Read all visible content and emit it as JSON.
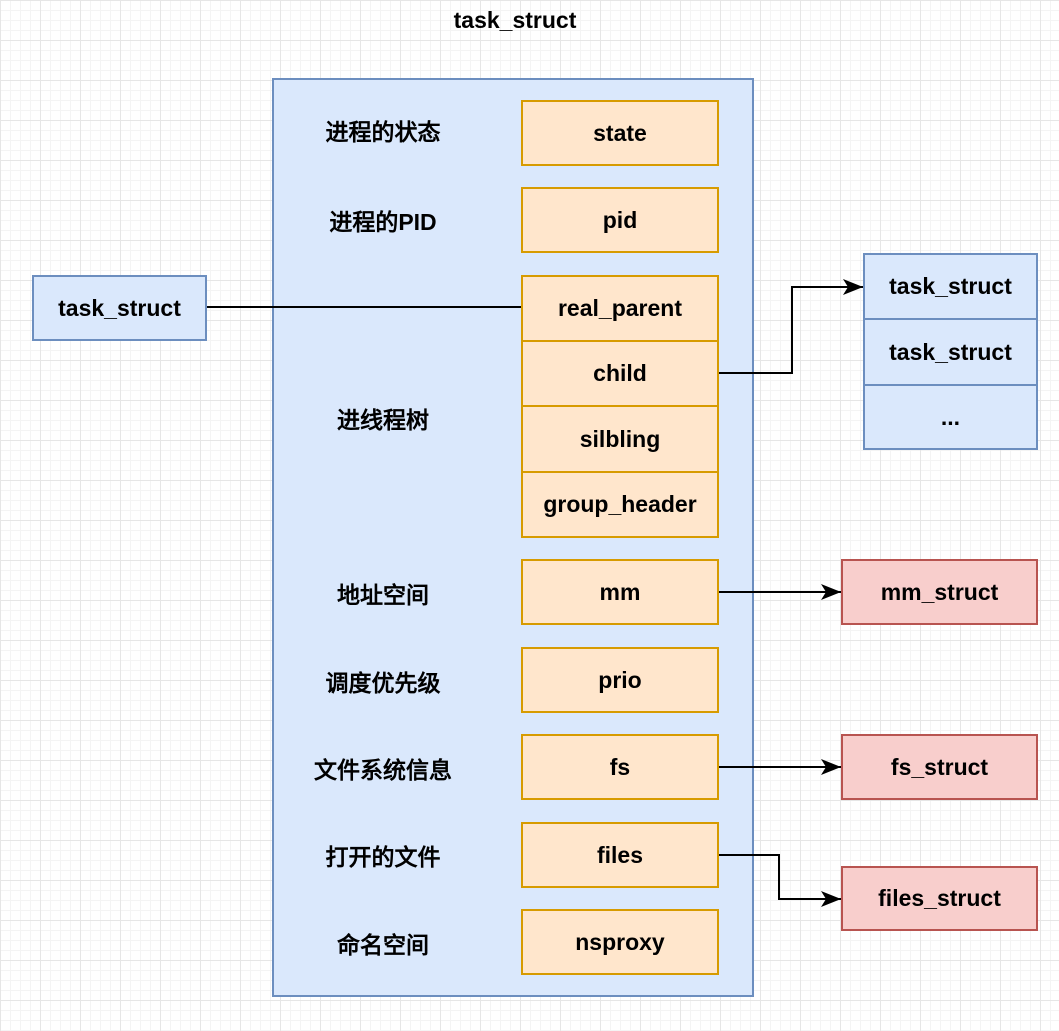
{
  "diagram": {
    "title": "task_struct",
    "rows": [
      {
        "label": "进程的状态",
        "fields": [
          "state"
        ]
      },
      {
        "label": "进程的PID",
        "fields": [
          "pid"
        ]
      },
      {
        "label": "进线程树",
        "fields": [
          "real_parent",
          "child",
          "silbling",
          "group_header"
        ]
      },
      {
        "label": "地址空间",
        "fields": [
          "mm"
        ]
      },
      {
        "label": "调度优先级",
        "fields": [
          "prio"
        ]
      },
      {
        "label": "文件系统信息",
        "fields": [
          "fs"
        ]
      },
      {
        "label": "打开的文件",
        "fields": [
          "files"
        ]
      },
      {
        "label": "命名空间",
        "fields": [
          "nsproxy"
        ]
      }
    ],
    "parent_box": "task_struct",
    "children_list": [
      "task_struct",
      "task_struct",
      "..."
    ],
    "mm_target": "mm_struct",
    "fs_target": "fs_struct",
    "files_target": "files_struct"
  },
  "colors": {
    "blue_fill": "#dae8fc",
    "blue_stroke": "#6c8ebf",
    "orange_fill": "#ffe6cc",
    "orange_stroke": "#d79b00",
    "red_fill": "#f8cecc",
    "red_stroke": "#b85450",
    "edge": "#000000"
  }
}
